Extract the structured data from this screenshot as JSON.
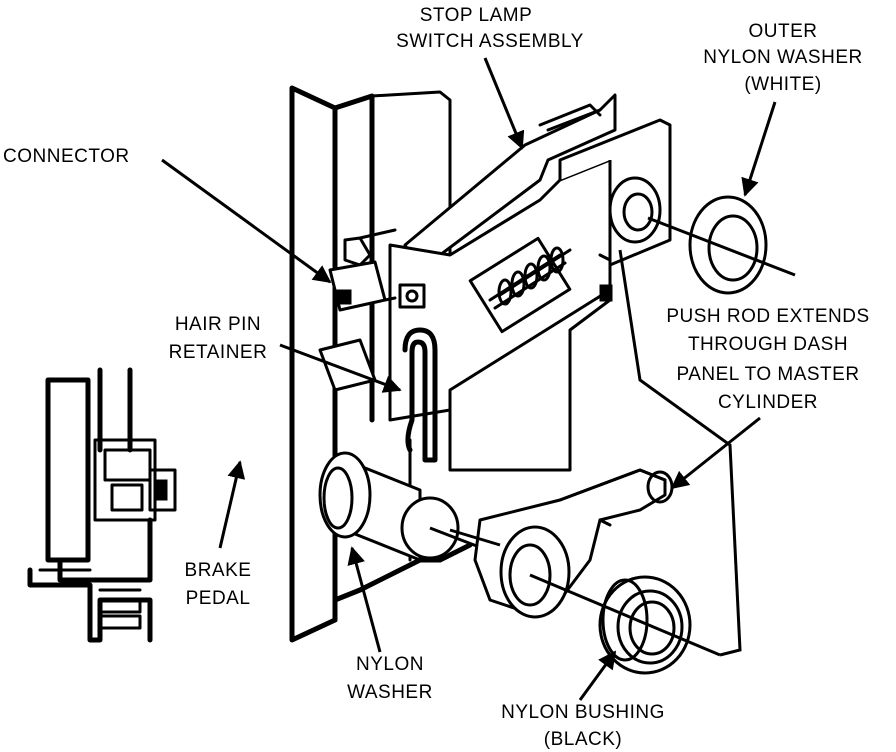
{
  "labels": {
    "stop_lamp_1": "STOP LAMP",
    "stop_lamp_2": "SWITCH ASSEMBLY",
    "outer_washer_1": "OUTER",
    "outer_washer_2": "NYLON WASHER",
    "outer_washer_3": "(WHITE)",
    "connector": "CONNECTOR",
    "hair_pin_1": "HAIR PIN",
    "hair_pin_2": "RETAINER",
    "push_rod_1": "PUSH ROD EXTENDS",
    "push_rod_2": "THROUGH DASH",
    "push_rod_3": "PANEL TO MASTER",
    "push_rod_4": "CYLINDER",
    "brake_pedal_1": "BRAKE",
    "brake_pedal_2": "PEDAL",
    "nylon_washer_1": "NYLON",
    "nylon_washer_2": "WASHER",
    "nylon_bushing_1": "NYLON BUSHING",
    "nylon_bushing_2": "(BLACK)"
  }
}
